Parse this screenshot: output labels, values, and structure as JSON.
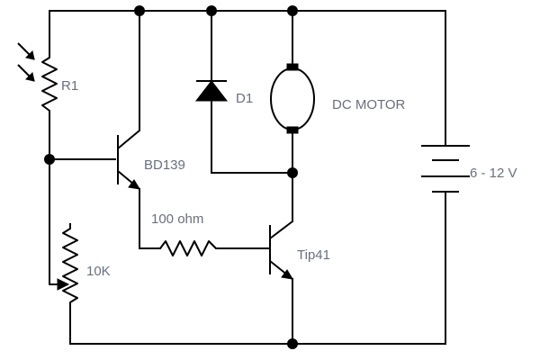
{
  "labels": {
    "ldr": "R1",
    "diode": "D1",
    "motor": "DC MOTOR",
    "transistor_driver": "BD139",
    "resistor_base": "100 ohm",
    "transistor_power": "Tip41",
    "potentiometer": "10K",
    "supply": "6 - 12 V"
  },
  "colors": {
    "wire": "#000000",
    "label_text": "#6a6f80",
    "background": "#ffffff"
  }
}
